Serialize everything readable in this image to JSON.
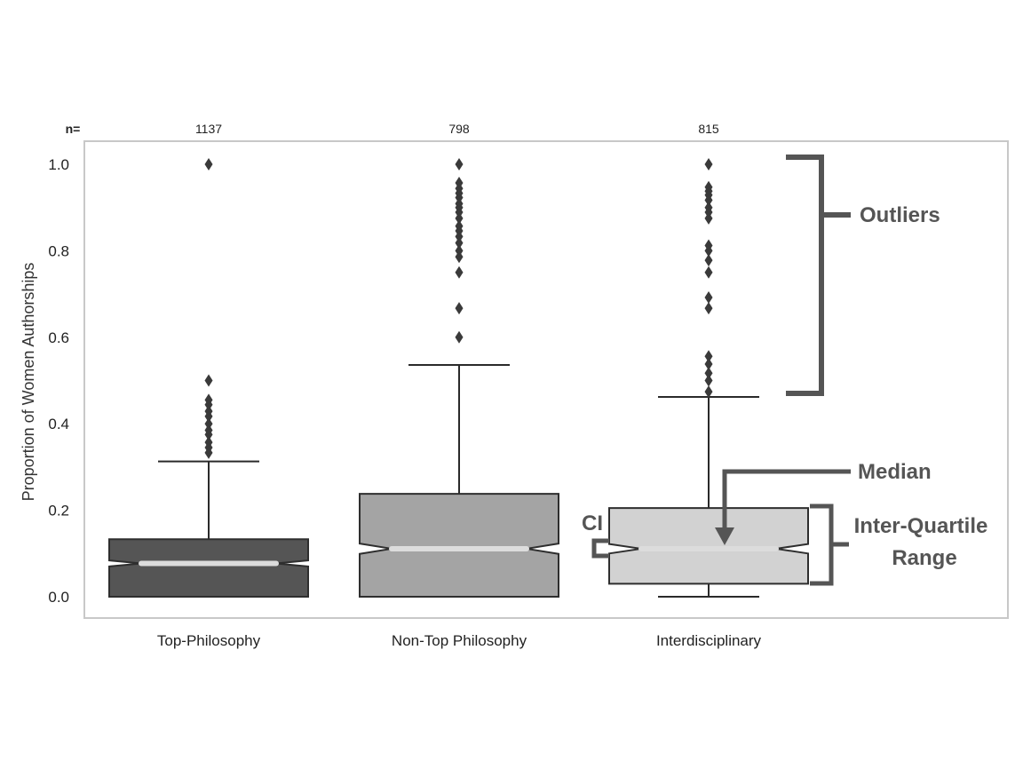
{
  "chart_data": {
    "type": "boxplot",
    "notched": true,
    "ylabel": "Proportion of Women Authorships",
    "ylim": [
      -0.05,
      1.05
    ],
    "yticks": [
      0.0,
      0.2,
      0.4,
      0.6,
      0.8,
      1.0
    ],
    "ytick_labels": [
      "0.0",
      "0.2",
      "0.4",
      "0.6",
      "0.8",
      "1.0"
    ],
    "n_header": "n=",
    "grid": false,
    "categories": [
      "Top-Philosophy",
      "Non-Top Philosophy",
      "Interdisciplinary"
    ],
    "groups": [
      {
        "name": "Top-Philosophy",
        "n": "1137",
        "color": "#555555",
        "q1": 0.0,
        "median": 0.077,
        "q3": 0.133,
        "notch_low": 0.07,
        "notch_high": 0.084,
        "whisker_low": 0.0,
        "whisker_high": 0.313,
        "outliers": [
          0.333,
          0.345,
          0.357,
          0.375,
          0.385,
          0.4,
          0.417,
          0.429,
          0.444,
          0.455,
          0.5,
          1.0
        ]
      },
      {
        "name": "Non-Top Philosophy",
        "n": "798",
        "color": "#a4a4a4",
        "q1": 0.0,
        "median": 0.111,
        "q3": 0.238,
        "notch_low": 0.099,
        "notch_high": 0.123,
        "whisker_low": 0.0,
        "whisker_high": 0.536,
        "outliers": [
          0.6,
          0.667,
          0.75,
          0.786,
          0.8,
          0.818,
          0.833,
          0.846,
          0.857,
          0.875,
          0.889,
          0.9,
          0.909,
          0.923,
          0.933,
          0.944,
          0.957,
          1.0
        ]
      },
      {
        "name": "Interdisciplinary",
        "n": "815",
        "color": "#d2d2d2",
        "q1": 0.03,
        "median": 0.111,
        "q3": 0.205,
        "notch_low": 0.1,
        "notch_high": 0.122,
        "whisker_low": 0.0,
        "whisker_high": 0.462,
        "outliers": [
          0.474,
          0.5,
          0.517,
          0.538,
          0.556,
          0.667,
          0.692,
          0.75,
          0.778,
          0.8,
          0.812,
          0.875,
          0.889,
          0.9,
          0.917,
          0.929,
          0.938,
          0.947,
          1.0
        ]
      }
    ],
    "annotations": {
      "outliers": "Outliers",
      "median": "Median",
      "ci": "CI",
      "iqr_line1": "Inter-Quartile",
      "iqr_line2": "Range"
    }
  }
}
